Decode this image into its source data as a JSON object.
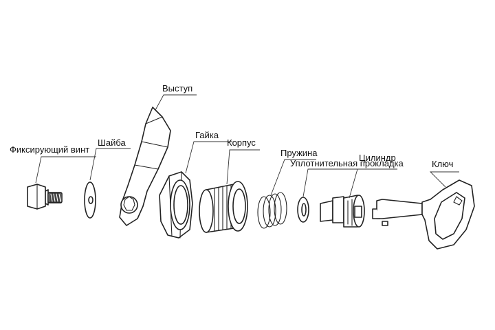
{
  "labels": {
    "screw": "Фиксирующий винт",
    "washer": "Шайба",
    "cam": "Выступ",
    "nut": "Гайка",
    "body": "Корпус",
    "spring": "Пружина",
    "gasket": "Уплотнительная прокладка",
    "cylinder": "Цилиндр",
    "key": "Ключ"
  }
}
